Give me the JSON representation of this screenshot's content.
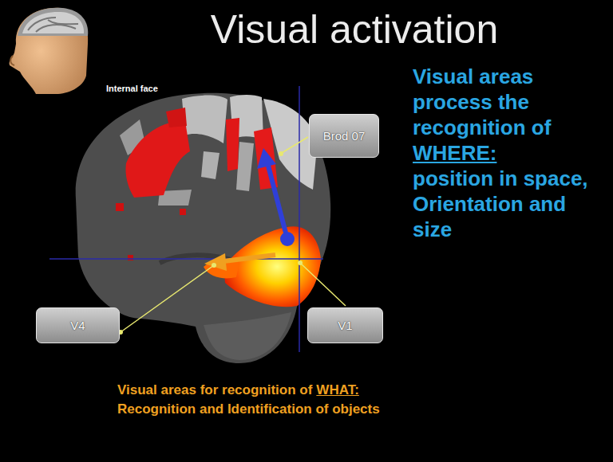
{
  "diagram": {
    "title": "Visual activation",
    "nodes": [
      {
        "text": [
          "Brod 07"
        ]
      },
      {
        "text": [
          "V4"
        ]
      },
      {
        "text": [
          "V1"
        ]
      }
    ],
    "labels": [
      "Internal face",
      "Visual areas process the recognition of",
      "WHERE:",
      "position in space, Orientation and size",
      "Visual areas for recognition of",
      "WHAT:",
      "Recognition and Identification of objects"
    ]
  }
}
